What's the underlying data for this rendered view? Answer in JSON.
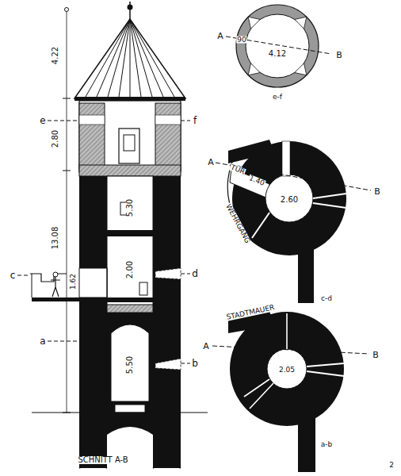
{
  "diagram": {
    "labels": [
      "4.22",
      "2.80",
      "13.08",
      "e",
      "f",
      "c",
      "d",
      "a",
      "b",
      "5.30",
      "2.00",
      "1.62",
      "5.50",
      "SCHNITT A-B",
      "A",
      "B",
      "90",
      "4.12",
      "e-f",
      "A",
      "TÜR",
      "1.40",
      "2.60",
      "B",
      "WEHRGANG",
      "c-d",
      "STADTMAUER",
      "A",
      "B",
      "2.05",
      "a-b",
      "2"
    ]
  }
}
